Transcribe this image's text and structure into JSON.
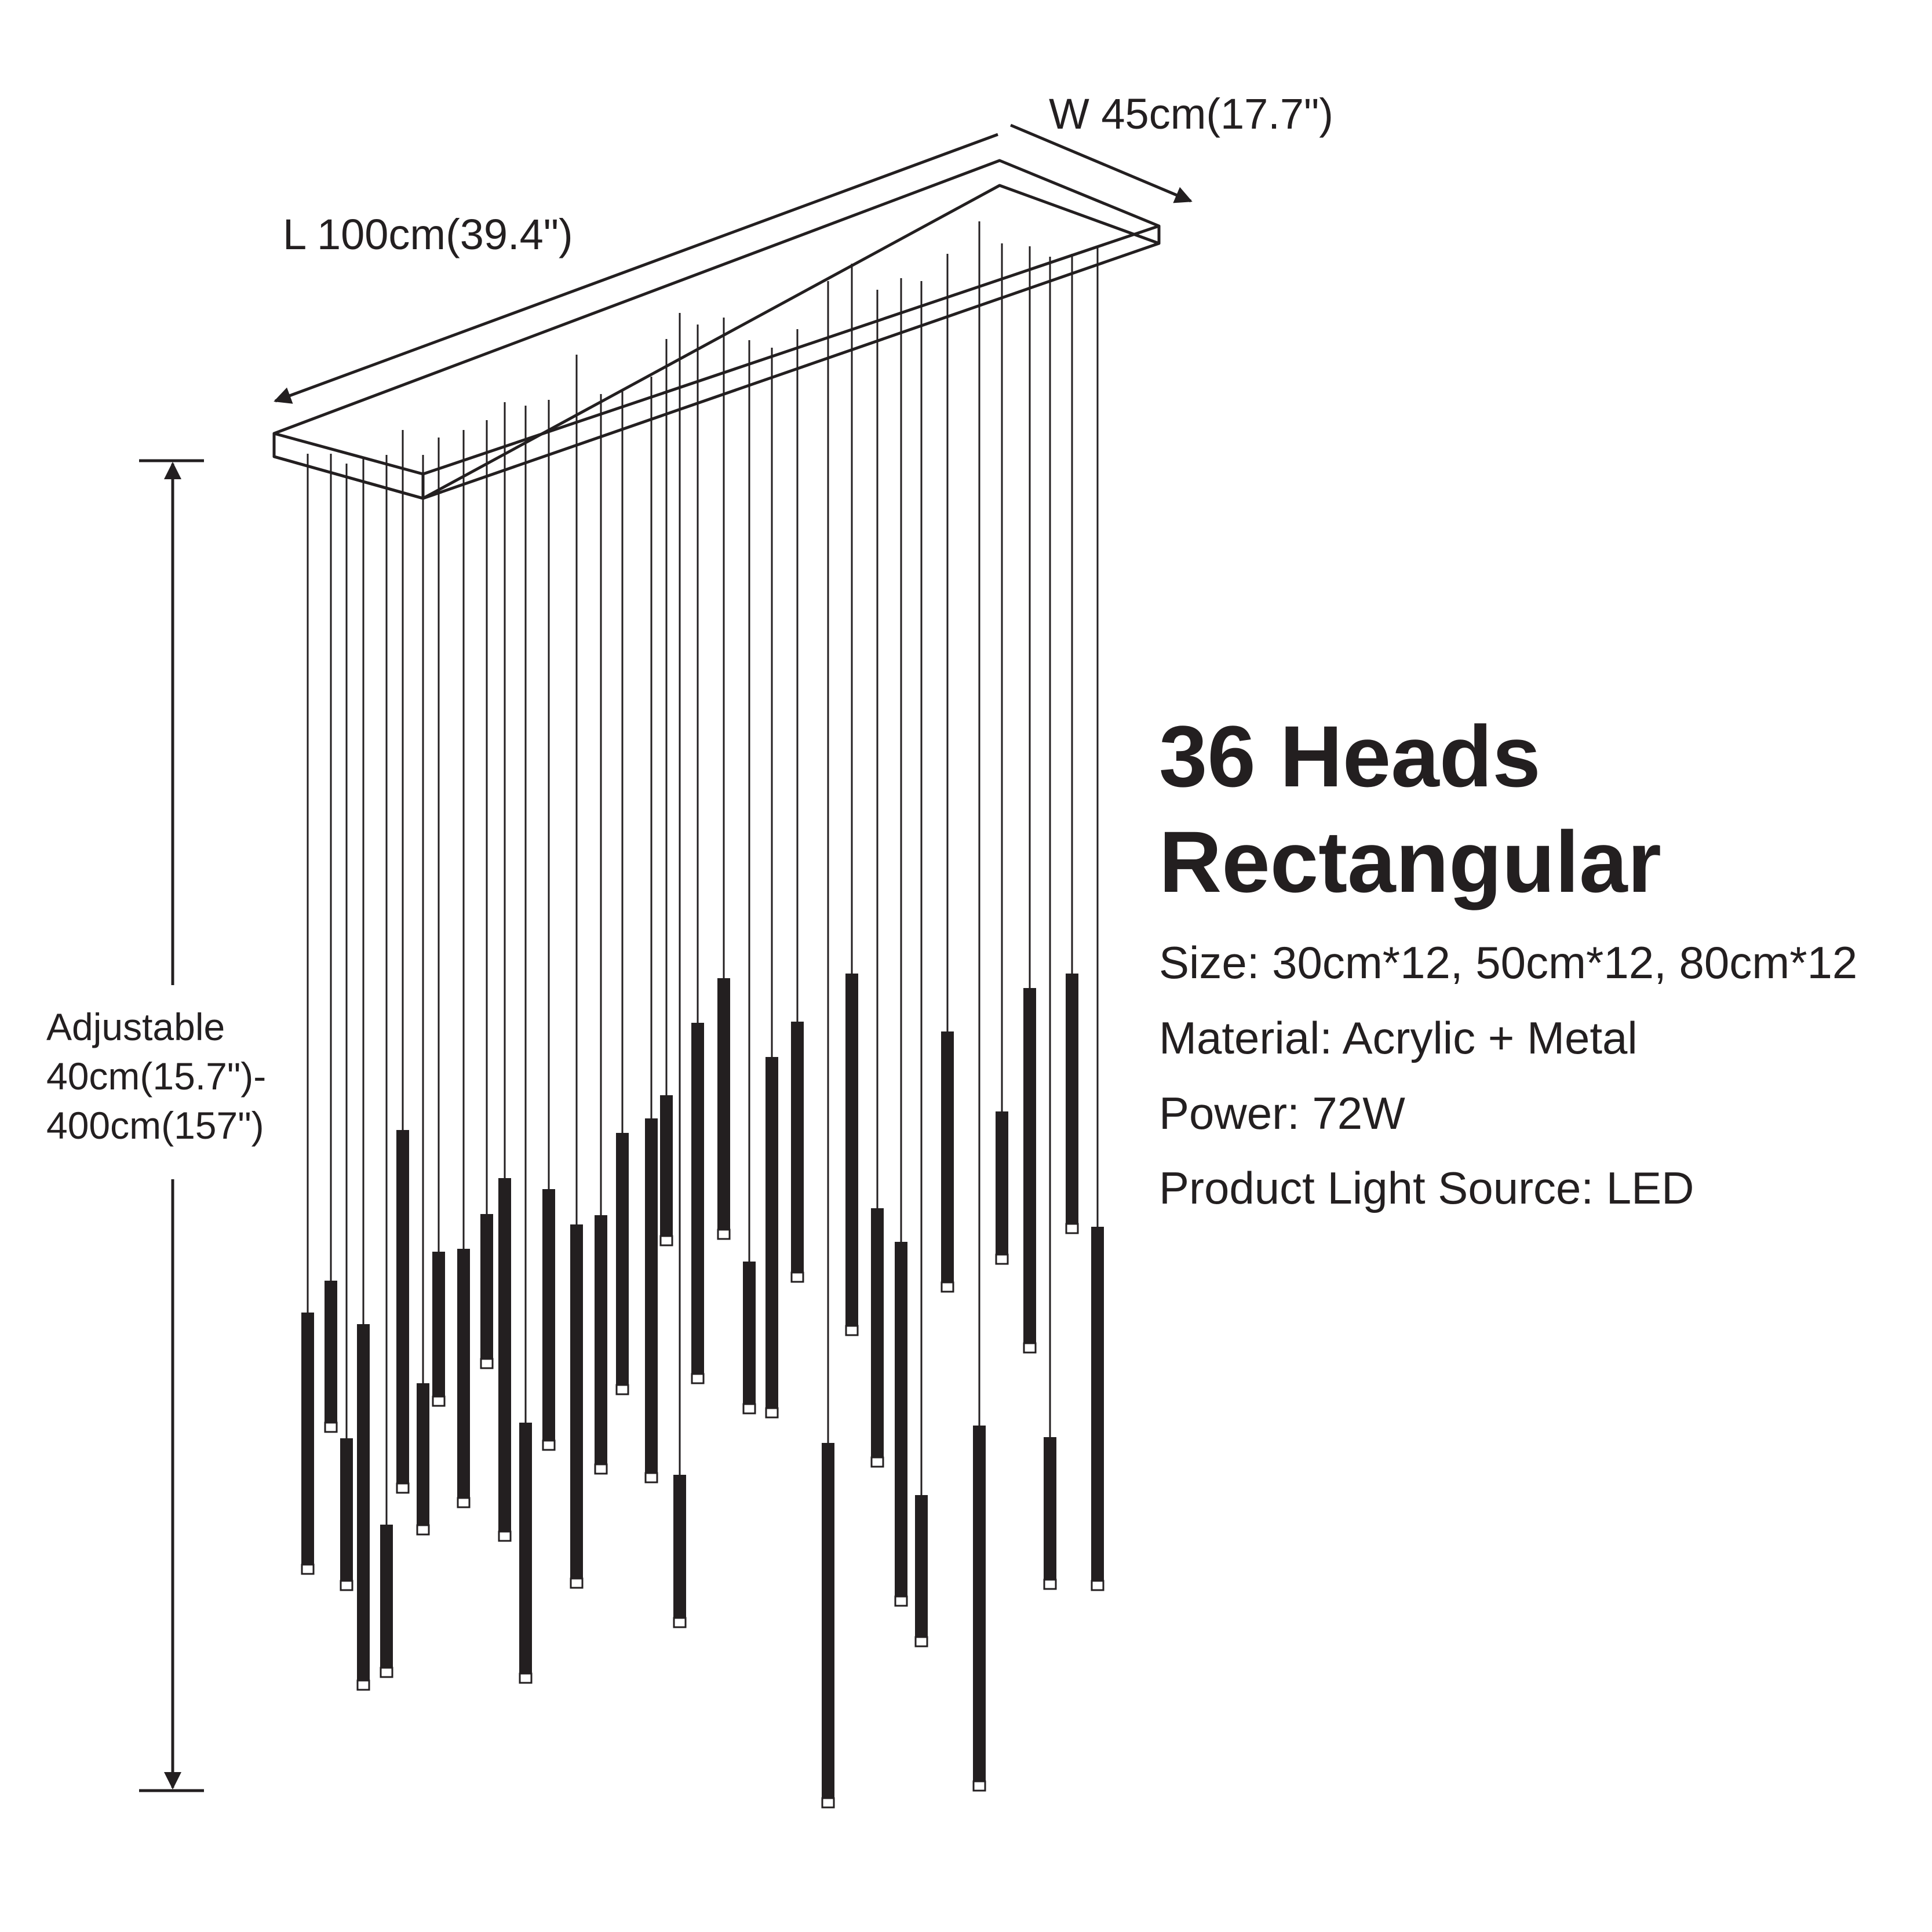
{
  "dimensions": {
    "width_label": "W 45cm(17.7\")",
    "length_label": "L 100cm(39.4\")",
    "height_label_1": "Adjustable",
    "height_label_2": "40cm(15.7\")-",
    "height_label_3": "400cm(157\")"
  },
  "specs": {
    "title_line_1": "36 Heads",
    "title_line_2": "Rectangular",
    "size": "Size: 30cm*12, 50cm*12, 80cm*12",
    "material": "Material: Acrylic + Metal",
    "power": "Power: 72W",
    "light_source": "Product Light Source: LED"
  },
  "colors": {
    "ink": "#231f20",
    "background": "#ffffff"
  }
}
